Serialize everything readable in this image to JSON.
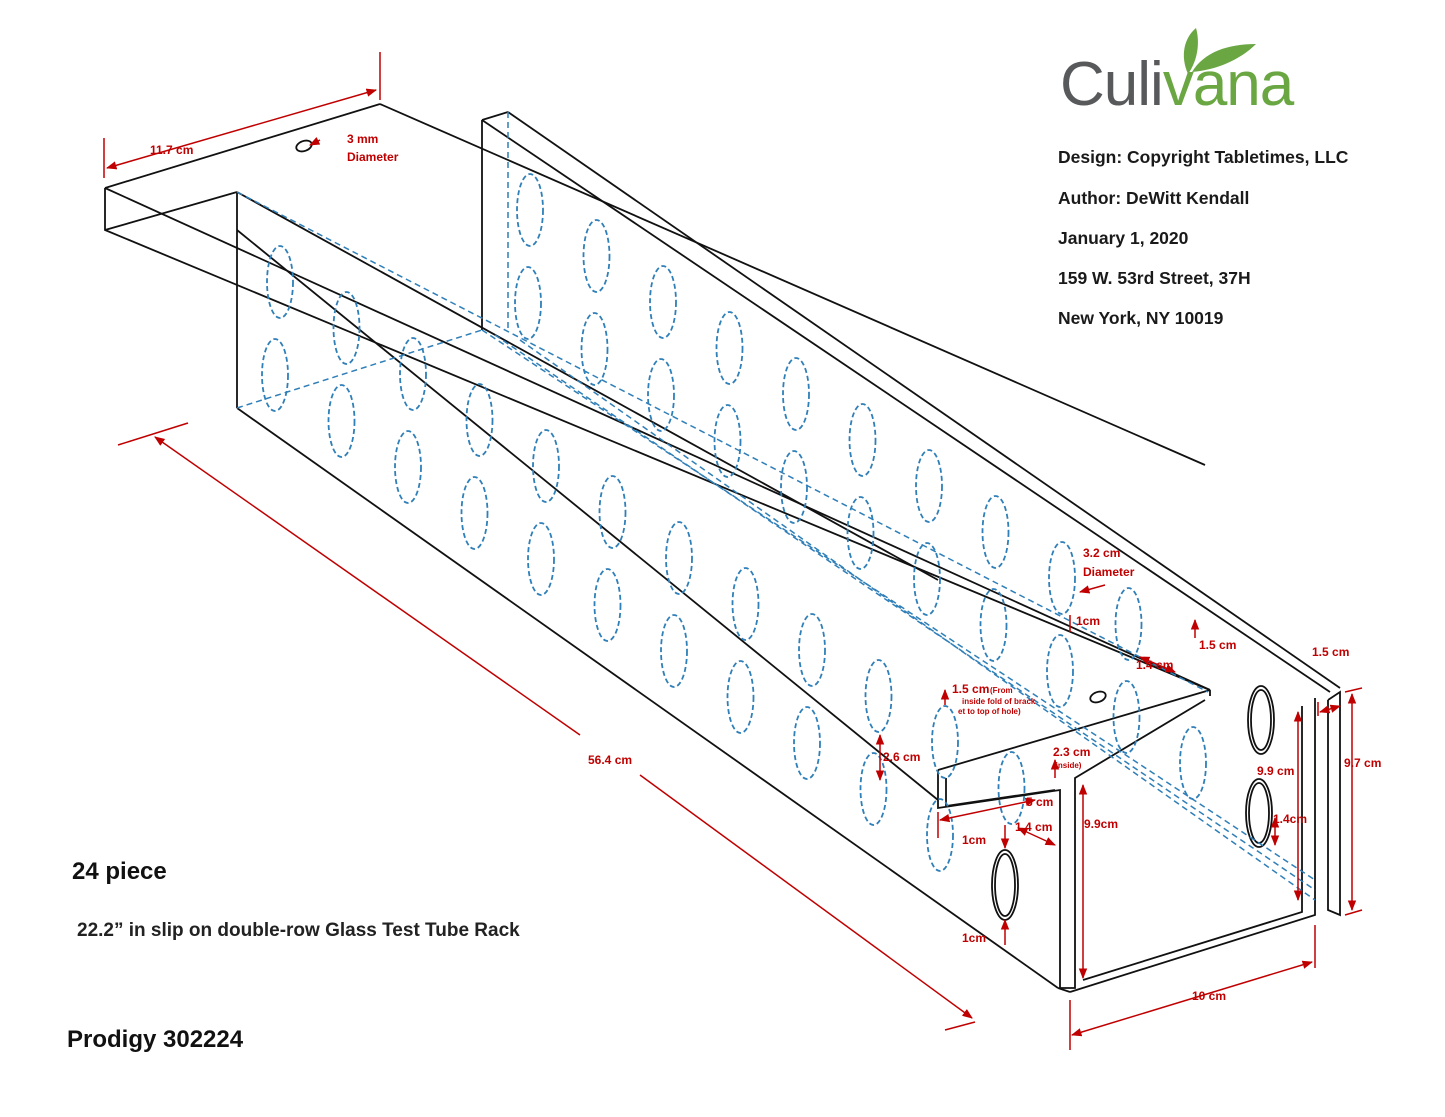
{
  "brand": {
    "part1": "Culi",
    "part2": "vana"
  },
  "info": [
    "Design: Copyright Tabletimes, LLC",
    "Author: DeWitt Kendall",
    "January 1, 2020",
    "159 W. 53rd Street, 37H",
    "New York, NY 10019"
  ],
  "piece_count": "24 piece",
  "description": "22.2” in slip on double-row Glass Test Tube Rack",
  "model": "Prodigy 302224",
  "dimensions": {
    "top_width": "11.7 cm",
    "small_hole": "3 mm",
    "small_hole_sub": "Diameter",
    "length": "56.4 cm",
    "tube_hole": "3.2 cm",
    "tube_hole_sub": "Diameter",
    "spacing_1cm_a": "1cm",
    "gap_1_5_a": "1.5 cm",
    "gap_1_4_a": "1.4 cm",
    "bracket_1_5": "1.5 cm",
    "bracket_note_1": "(From",
    "bracket_note_2": "inside fold of brack",
    "bracket_note_3": "et to top of hole)",
    "depth_2_6": "2.6 cm",
    "inside_2_3": "2.3 cm",
    "inside_note": "(inside)",
    "width_5": "5 cm",
    "gap_1_4_b": "1.4 cm",
    "spacing_1cm_b": "1cm",
    "spacing_1cm_c": "1cm",
    "height_9_9_a": "9.9cm",
    "height_9_9_b": "9.9 cm",
    "gap_1_4_c": "1.4cm",
    "side_1_5": "1.5 cm",
    "height_9_7": "9.7 cm",
    "base_10": "10 cm"
  },
  "colors": {
    "line": "#111111",
    "dimension": "#c00000",
    "hole": "#2f7fb8",
    "brand_grey": "#58595b",
    "brand_green": "#6aa743"
  }
}
